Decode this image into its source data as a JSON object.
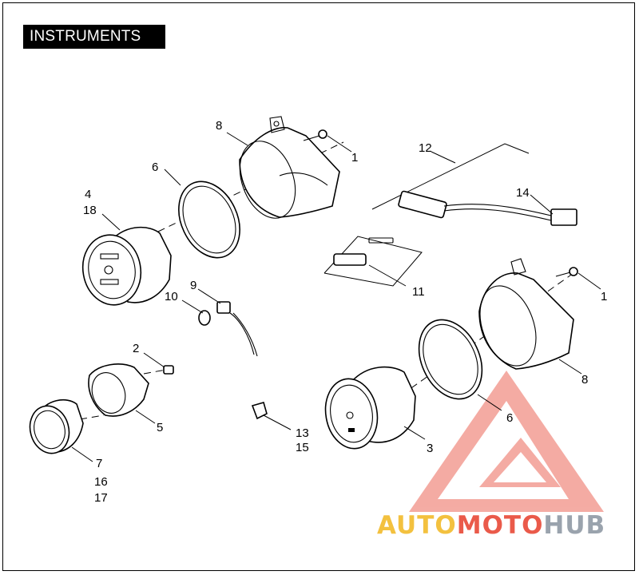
{
  "title": "INSTRUMENTS",
  "callouts": {
    "c1a": "1",
    "c1b": "1",
    "c2": "2",
    "c3": "3",
    "c4": "4",
    "c5": "5",
    "c6a": "6",
    "c6b": "6",
    "c7": "7",
    "c8a": "8",
    "c8b": "8",
    "c9": "9",
    "c10": "10",
    "c11": "11",
    "c12": "12",
    "c13": "13",
    "c14": "14",
    "c15": "15",
    "c16": "16",
    "c17": "17",
    "c18": "18"
  },
  "watermark": {
    "part1": "AUTO",
    "part2": "MOTO",
    "part3": "HUB",
    "colors": {
      "auto": "#f3c13f",
      "moto": "#ea5a4a",
      "hub": "#9aa3ad",
      "logo": "#ea5a4a"
    }
  }
}
